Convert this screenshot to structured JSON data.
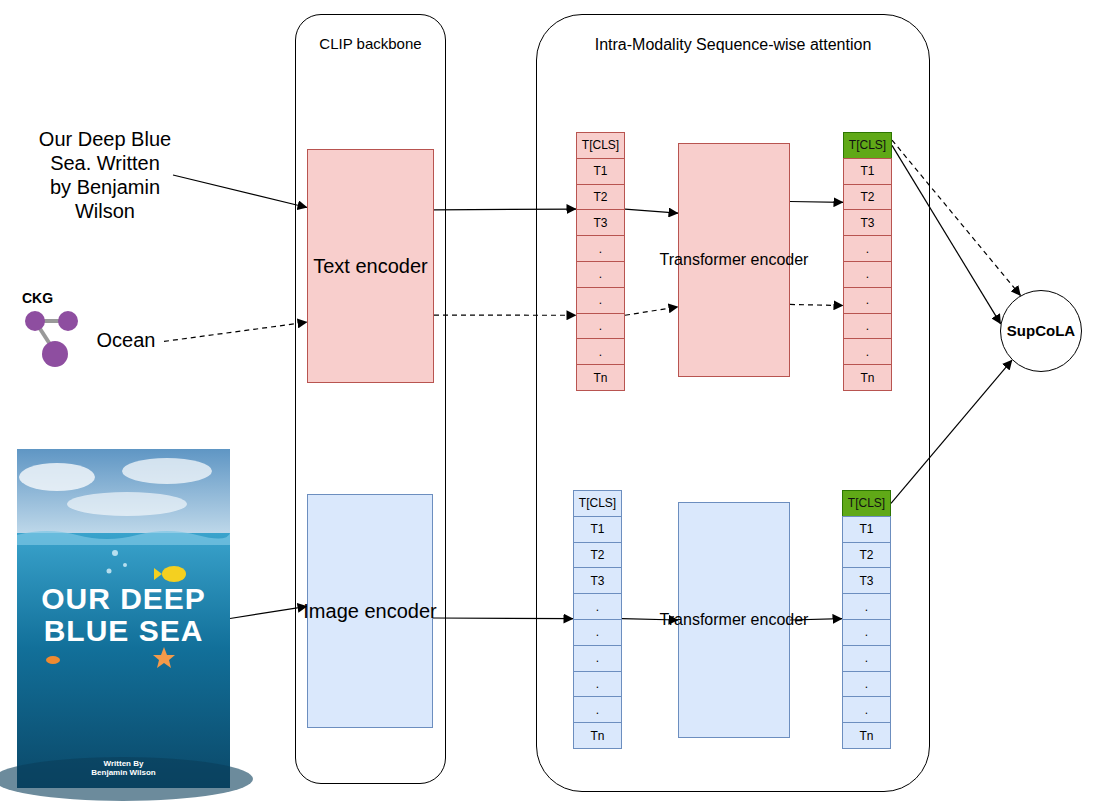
{
  "diagram": {
    "nodes": [
      {
        "text": [
          "Our Deep Blue Sea. Written by Benjamin Wilson"
        ]
      },
      {
        "text": [
          "Ocean"
        ]
      },
      {
        "text": [
          "OUR DEEP BLUE SEA",
          "Written By Benjamin Wilson"
        ]
      },
      {
        "text": [
          "CLIP backbone"
        ]
      },
      {
        "text": [
          "Text encoder"
        ],
        "in": 3
      },
      {
        "text": [
          "Image encoder"
        ],
        "in": 3
      },
      {
        "text": [
          "Intra-Modality Sequence-wise attention"
        ]
      },
      {
        "text": [
          "T[CLS]"
        ],
        "in": 6
      },
      {
        "text": [
          "T1"
        ],
        "in": 6
      },
      {
        "text": [
          "T2"
        ],
        "in": 6
      },
      {
        "text": [
          "T3"
        ],
        "in": 6
      },
      {
        "text": [
          "."
        ],
        "in": 6
      },
      {
        "text": [
          "."
        ],
        "in": 6
      },
      {
        "text": [
          "."
        ],
        "in": 6
      },
      {
        "text": [
          "."
        ],
        "in": 6
      },
      {
        "text": [
          "."
        ],
        "in": 6
      },
      {
        "text": [
          "Tn"
        ],
        "in": 6
      },
      {
        "text": [
          "Transformer encoder"
        ],
        "in": 6
      },
      {
        "text": [
          "T[CLS]"
        ],
        "in": 6
      },
      {
        "text": [
          "T1"
        ],
        "in": 6
      },
      {
        "text": [
          "T2"
        ],
        "in": 6
      },
      {
        "text": [
          "T3"
        ],
        "in": 6
      },
      {
        "text": [
          "."
        ],
        "in": 6
      },
      {
        "text": [
          "."
        ],
        "in": 6
      },
      {
        "text": [
          "."
        ],
        "in": 6
      },
      {
        "text": [
          "."
        ],
        "in": 6
      },
      {
        "text": [
          "."
        ],
        "in": 6
      },
      {
        "text": [
          "Tn"
        ],
        "in": 6
      },
      {
        "text": [
          "T[CLS]"
        ],
        "in": 6
      },
      {
        "text": [
          "T1"
        ],
        "in": 6
      },
      {
        "text": [
          "T2"
        ],
        "in": 6
      },
      {
        "text": [
          "T3"
        ],
        "in": 6
      },
      {
        "text": [
          "."
        ],
        "in": 6
      },
      {
        "text": [
          "."
        ],
        "in": 6
      },
      {
        "text": [
          "."
        ],
        "in": 6
      },
      {
        "text": [
          "."
        ],
        "in": 6
      },
      {
        "text": [
          "."
        ],
        "in": 6
      },
      {
        "text": [
          "Tn"
        ],
        "in": 6
      },
      {
        "text": [
          "Transformer encoder"
        ],
        "in": 6
      },
      {
        "text": [
          "T[CLS]"
        ],
        "in": 6
      },
      {
        "text": [
          "T1"
        ],
        "in": 6
      },
      {
        "text": [
          "T2"
        ],
        "in": 6
      },
      {
        "text": [
          "T3"
        ],
        "in": 6
      },
      {
        "text": [
          "."
        ],
        "in": 6
      },
      {
        "text": [
          "."
        ],
        "in": 6
      },
      {
        "text": [
          "."
        ],
        "in": 6
      },
      {
        "text": [
          "."
        ],
        "in": 6
      },
      {
        "text": [
          "."
        ],
        "in": 6
      },
      {
        "text": [
          "Tn"
        ],
        "in": 6
      },
      {
        "text": [
          "SupCoLA"
        ]
      }
    ],
    "edges": [
      {
        "from": 0,
        "to": 4,
        "arrow": "to"
      },
      {
        "from": 1,
        "to": 4,
        "arrow": "to"
      },
      {
        "from": 2,
        "to": 5,
        "arrow": "to"
      },
      {
        "from": 4,
        "to": 9,
        "arrow": "to"
      },
      {
        "from": 4,
        "to": 14,
        "arrow": "to"
      },
      {
        "from": 9,
        "to": 17,
        "arrow": "to"
      },
      {
        "from": 14,
        "to": 17,
        "arrow": "to"
      },
      {
        "from": 17,
        "to": 20,
        "arrow": "to"
      },
      {
        "from": 17,
        "to": 24,
        "arrow": "to"
      },
      {
        "from": 18,
        "to": 49,
        "arrow": "to"
      },
      {
        "from": 18,
        "to": 49,
        "arrow": "to"
      },
      {
        "from": 5,
        "to": 32,
        "arrow": "to"
      },
      {
        "from": 32,
        "to": 38,
        "arrow": "to"
      },
      {
        "from": 38,
        "to": 43,
        "arrow": "to"
      },
      {
        "from": 39,
        "to": 49,
        "arrow": "to"
      }
    ],
    "labels": [
      "CKG"
    ]
  }
}
